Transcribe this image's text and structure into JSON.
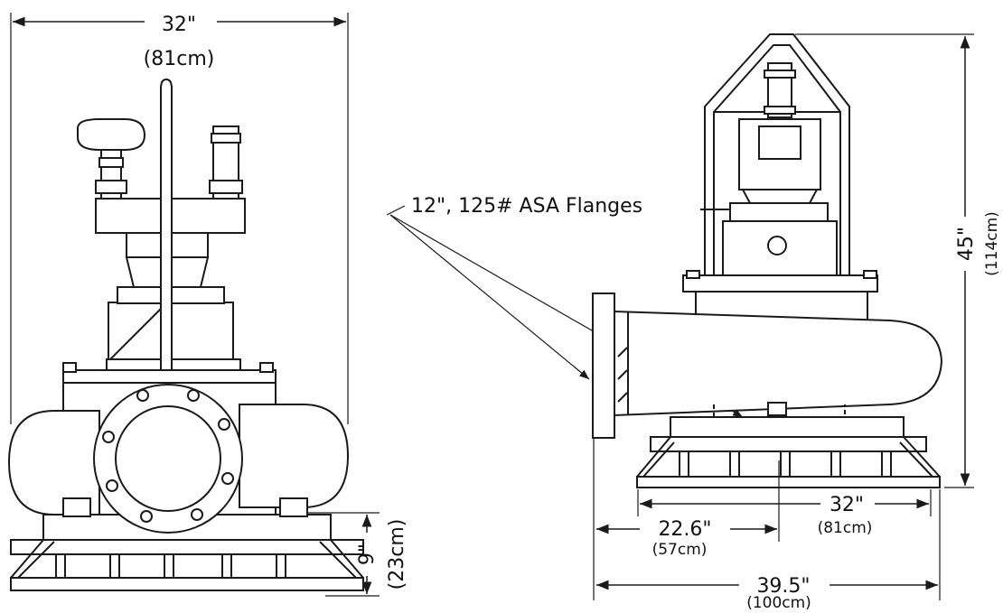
{
  "front_view": {
    "width_in": "32\"",
    "width_cm": "(81cm)",
    "base_height_in": "9\"",
    "base_height_cm": "(23cm)"
  },
  "side_view": {
    "callout": "12\", 125# ASA Flanges",
    "height_in": "45\"",
    "height_cm": "(114cm)",
    "base_width_in": "32\"",
    "base_width_cm": "(81cm)",
    "flange_offset_in": "22.6\"",
    "flange_offset_cm": "(57cm)",
    "overall_width_in": "39.5\"",
    "overall_width_cm": "(100cm)"
  }
}
